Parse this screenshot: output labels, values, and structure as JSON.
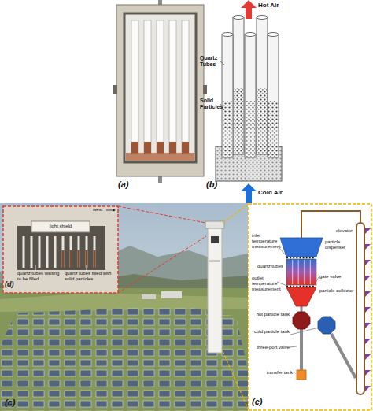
{
  "diagram": {
    "nodes": [
      {
        "text": [
          "elevator"
        ]
      },
      {
        "text": [
          "particle dispenser"
        ]
      },
      {
        "text": [
          "quartz tubes"
        ]
      },
      {
        "text": [
          "particle collector"
        ]
      },
      {
        "text": [
          "hot particle tank"
        ]
      },
      {
        "text": [
          "cold particle tank"
        ]
      },
      {
        "text": [
          "transfer tank"
        ]
      }
    ],
    "edges": [
      {
        "from": 0,
        "to": 1,
        "arrow": "none"
      },
      {
        "from": 3,
        "to": 4,
        "arrow": "none"
      },
      {
        "from": 4,
        "to": 6,
        "arrow": "none"
      },
      {
        "from": 5,
        "to": 0,
        "arrow": "none"
      }
    ],
    "labels": [
      "(a)",
      "Hot Air",
      "Quartz Tubes",
      "Solid Particles",
      "Cold Air",
      "(b)",
      "west",
      "light shield",
      "quartz tubes waiting to be filled",
      "quartz tubes filled with solid particles",
      "(d)",
      "(c)",
      "inlet temperature measurement",
      "gate valve",
      "outlet temperature measurement",
      "three-port valve",
      "(e)"
    ]
  }
}
